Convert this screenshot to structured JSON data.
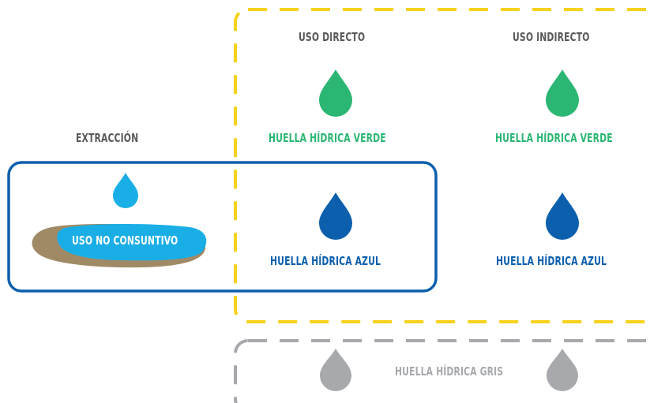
{
  "colors": {
    "yellow_dash": "#f6d21c",
    "gray_dash": "#a7a9ac",
    "blue_frame": "#0b5fad",
    "green_drop": "#2bb673",
    "blue_drop": "#0b5fad",
    "light_blue_drop": "#1aaee6",
    "gray_drop": "#a7a9ac",
    "soil": "#a08a66",
    "water": "#1aaee6"
  },
  "headers": {
    "direct": "USO DIRECTO",
    "indirect": "USO INDIRECTO",
    "extraction": "EXTRACCIÓN"
  },
  "labels": {
    "green_direct": "HUELLA HÍDRICA VERDE",
    "green_indirect": "HUELLA HÍDRICA VERDE",
    "blue_direct": "HUELLA HÍDRICA AZUL",
    "blue_indirect": "HUELLA HÍDRICA AZUL",
    "non_consumptive": "USO NO CONSUNTIVO",
    "gray": "HUELLA HÍDRICA GRIS"
  },
  "icons": {
    "green_drop": "water-drop-green-icon",
    "blue_drop": "water-drop-blue-icon",
    "light_drop": "water-drop-light-blue-icon",
    "gray_drop": "water-drop-gray-icon",
    "puddle": "puddle-icon"
  }
}
